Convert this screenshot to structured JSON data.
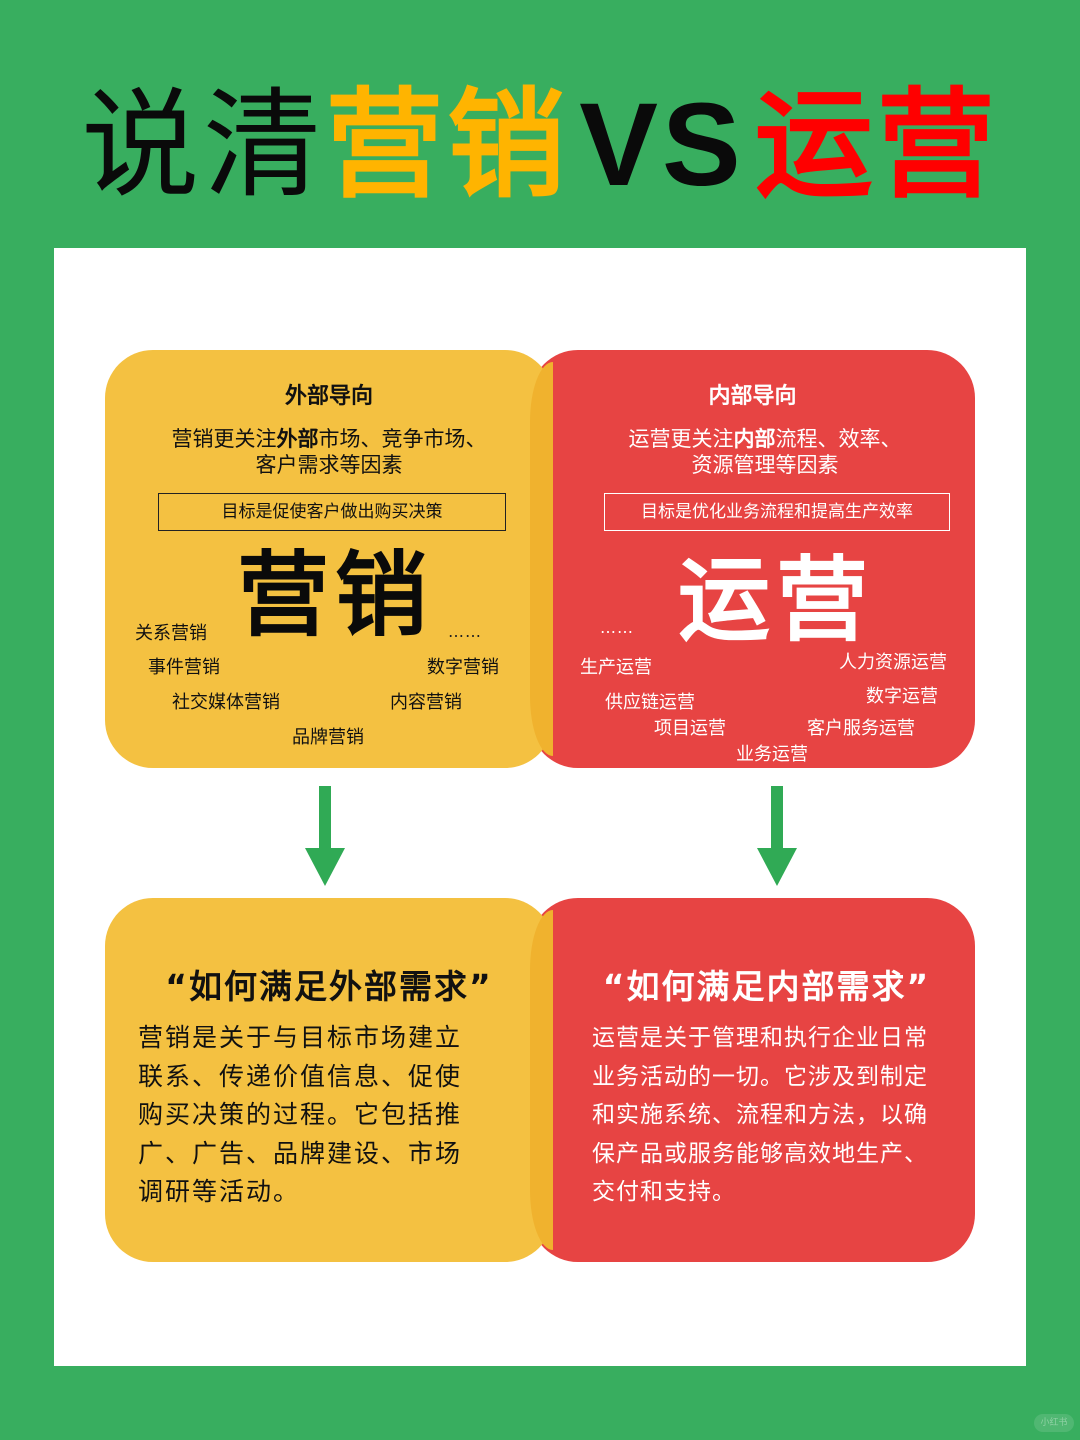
{
  "title": {
    "part1": "说清",
    "part2": "营销",
    "vs": "VS",
    "part3": "运营"
  },
  "colors": {
    "background_green": "#38ae5f",
    "marketing_yellow": "#f4c141",
    "operations_red": "#e74443",
    "overlap_orange": "#f0b22e",
    "title_yellow": "#ffb400",
    "title_red": "#ff0000",
    "arrow_green": "#30aa55"
  },
  "marketing_card": {
    "heading": "外部导向",
    "desc_line1_pre": "营销更关注",
    "desc_line1_bold": "外部",
    "desc_line1_post": "市场、竞争市场、",
    "desc_line2": "客户需求等因素",
    "goal": "目标是促使客户做出购买决策",
    "big_label": "营销",
    "ellipsis": "……",
    "tags": [
      "关系营销",
      "事件营销",
      "数字营销",
      "社交媒体营销",
      "内容营销",
      "品牌营销"
    ]
  },
  "operations_card": {
    "heading": "内部导向",
    "desc_line1_pre": "运营更关注",
    "desc_line1_bold": "内部",
    "desc_line1_post": "流程、效率、",
    "desc_line2": "资源管理等因素",
    "goal": "目标是优化业务流程和提高生产效率",
    "big_label": "运营",
    "ellipsis": "……",
    "tags": [
      "生产运营",
      "人力资源运营",
      "供应链运营",
      "数字运营",
      "项目运营",
      "客户服务运营",
      "业务运营"
    ]
  },
  "marketing_summary": {
    "title": "“如何满足外部需求”",
    "lines": [
      "营销是关于与目标市场建立",
      "联系、传递价值信息、促使",
      "购买决策的过程。它包括推",
      "广、广告、品牌建设、市场",
      "调研等活动。"
    ]
  },
  "operations_summary": {
    "title": "“如何满足内部需求”",
    "lines": [
      "运营是关于管理和执行企业日常",
      "业务活动的一切。它涉及到制定",
      "和实施系统、流程和方法，以确",
      "保产品或服务能够高效地生产、",
      "交付和支持。"
    ]
  },
  "watermark": "小红书"
}
